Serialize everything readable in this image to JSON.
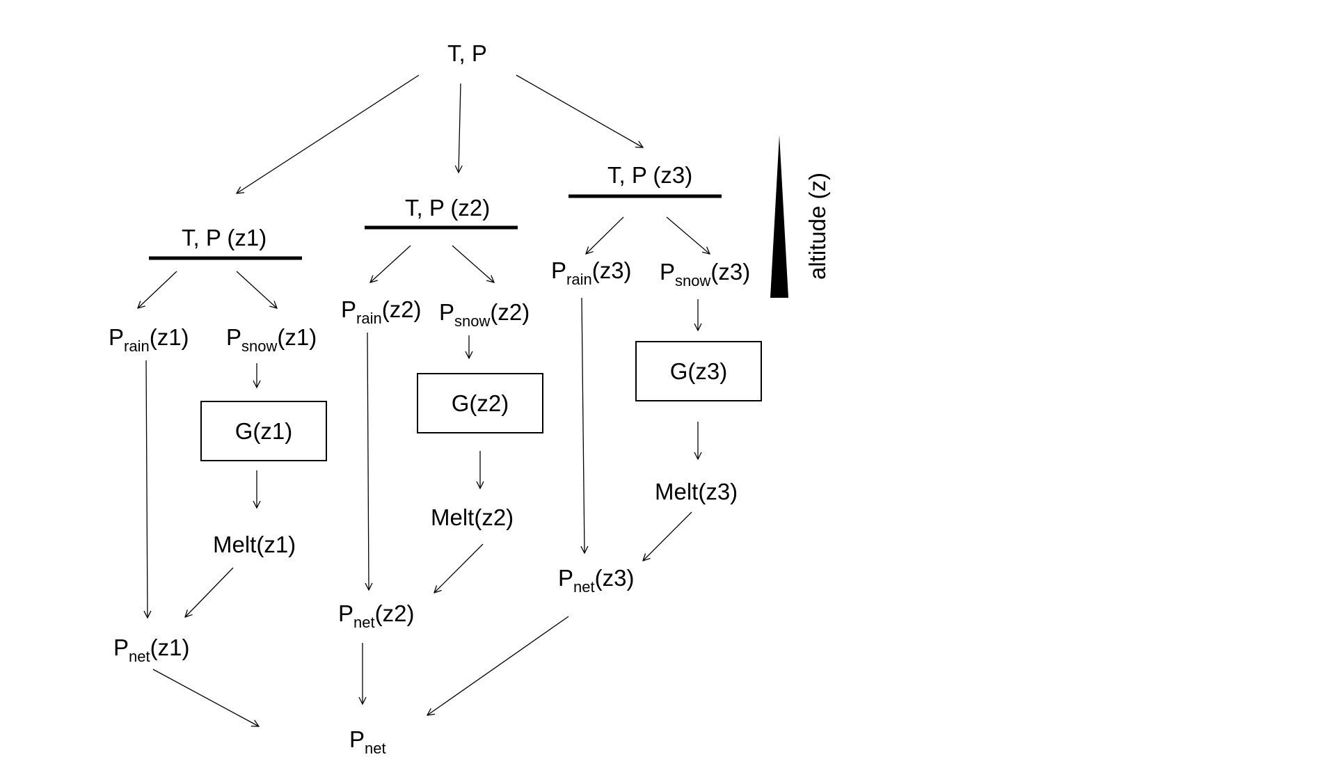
{
  "diagram": {
    "root": "T, P",
    "levels": [
      {
        "id": "z1",
        "header": "T, P (z1)",
        "rain": {
          "base": "P",
          "sub": "rain",
          "suffix": "(z1)"
        },
        "snow": {
          "base": "P",
          "sub": "snow",
          "suffix": "(z1)"
        },
        "glacier": "G(z1)",
        "melt": "Melt(z1)",
        "net": {
          "base": "P",
          "sub": "net",
          "suffix": "(z1)"
        }
      },
      {
        "id": "z2",
        "header": "T, P (z2)",
        "rain": {
          "base": "P",
          "sub": "rain",
          "suffix": "(z2)"
        },
        "snow": {
          "base": "P",
          "sub": "snow",
          "suffix": "(z2)"
        },
        "glacier": "G(z2)",
        "melt": "Melt(z2)",
        "net": {
          "base": "P",
          "sub": "net",
          "suffix": "(z2)"
        }
      },
      {
        "id": "z3",
        "header": "T, P (z3)",
        "rain": {
          "base": "P",
          "sub": "rain",
          "suffix": "(z3)"
        },
        "snow": {
          "base": "P",
          "sub": "snow",
          "suffix": "(z3)"
        },
        "glacier": "G(z3)",
        "melt": "Melt(z3)",
        "net": {
          "base": "P",
          "sub": "net",
          "suffix": "(z3)"
        }
      }
    ],
    "output": {
      "base": "P",
      "sub": "net"
    },
    "altitude_label": "altitude (z)"
  }
}
